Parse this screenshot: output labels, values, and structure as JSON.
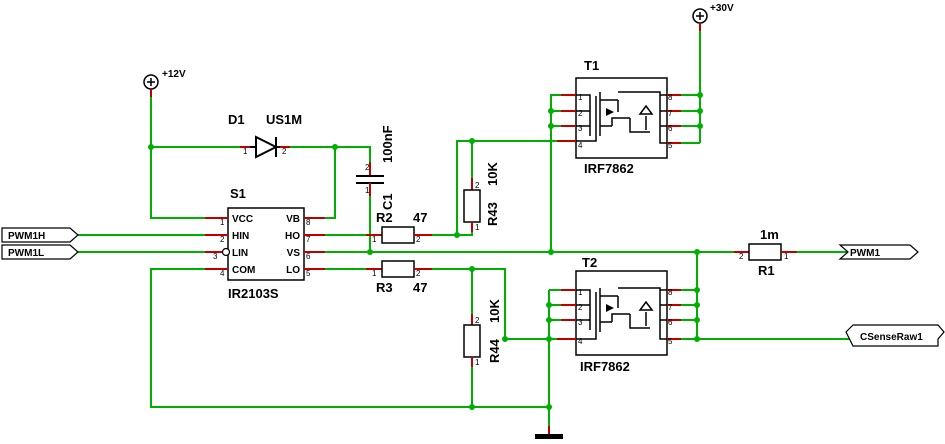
{
  "ports": {
    "pwm1h": "PWM1H",
    "pwm1l": "PWM1L",
    "pwm1": "PWM1",
    "csense": "CSenseRaw1"
  },
  "rails": {
    "v12": "+12V",
    "v30": "+30V"
  },
  "d1": {
    "ref": "D1",
    "value": "US1M",
    "pin1": "1",
    "pin2": "2"
  },
  "c1": {
    "ref": "C1",
    "value": "100nF",
    "pin1": "1",
    "pin2": "2"
  },
  "s1": {
    "ref": "S1",
    "value": "IR2103S",
    "left_pins": [
      {
        "num": "1",
        "name": "VCC"
      },
      {
        "num": "2",
        "name": "HIN"
      },
      {
        "num": "3",
        "name": "LIN"
      },
      {
        "num": "4",
        "name": "COM"
      }
    ],
    "right_pins": [
      {
        "num": "8",
        "name": "VB"
      },
      {
        "num": "7",
        "name": "HO"
      },
      {
        "num": "6",
        "name": "VS"
      },
      {
        "num": "5",
        "name": "LO"
      }
    ]
  },
  "r2": {
    "ref": "R2",
    "value": "47",
    "pin1": "1",
    "pin2": "2"
  },
  "r3": {
    "ref": "R3",
    "value": "47",
    "pin1": "1",
    "pin2": "2"
  },
  "r43": {
    "ref": "R43",
    "value": "10K",
    "pin1": "1",
    "pin2": "2"
  },
  "r44": {
    "ref": "R44",
    "value": "10K",
    "pin1": "1",
    "pin2": "2"
  },
  "r1": {
    "ref": "R1",
    "value": "1m",
    "pin1": "1",
    "pin2": "2"
  },
  "t1": {
    "ref": "T1",
    "value": "IRF7862",
    "left_pins": [
      "1",
      "2",
      "3",
      "4"
    ],
    "right_pins": [
      "8",
      "7",
      "6",
      "5"
    ]
  },
  "t2": {
    "ref": "T2",
    "value": "IRF7862",
    "left_pins": [
      "1",
      "2",
      "3",
      "4"
    ],
    "right_pins": [
      "8",
      "7",
      "6",
      "5"
    ]
  }
}
